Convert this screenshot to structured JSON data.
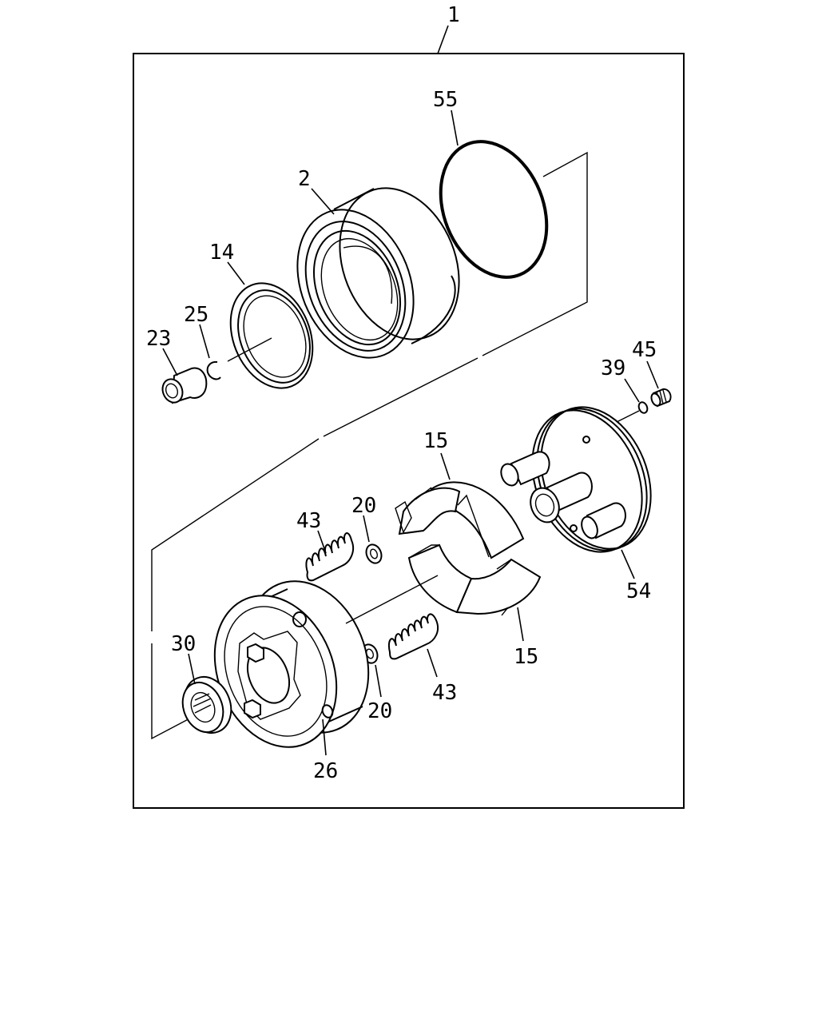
{
  "callouts": {
    "assembly": "1",
    "o_ring": "55",
    "housing": "2",
    "seal_ring": "14",
    "snap_ring": "25",
    "pin": "23",
    "washer_39": "39",
    "screw_45": "45",
    "weight_upper": "15",
    "washer_upper": "20",
    "spring_upper": "43",
    "plate": "54",
    "seal_30": "30",
    "weight_lower": "15",
    "washer_lower": "20",
    "spring_lower": "43",
    "hub": "26"
  }
}
